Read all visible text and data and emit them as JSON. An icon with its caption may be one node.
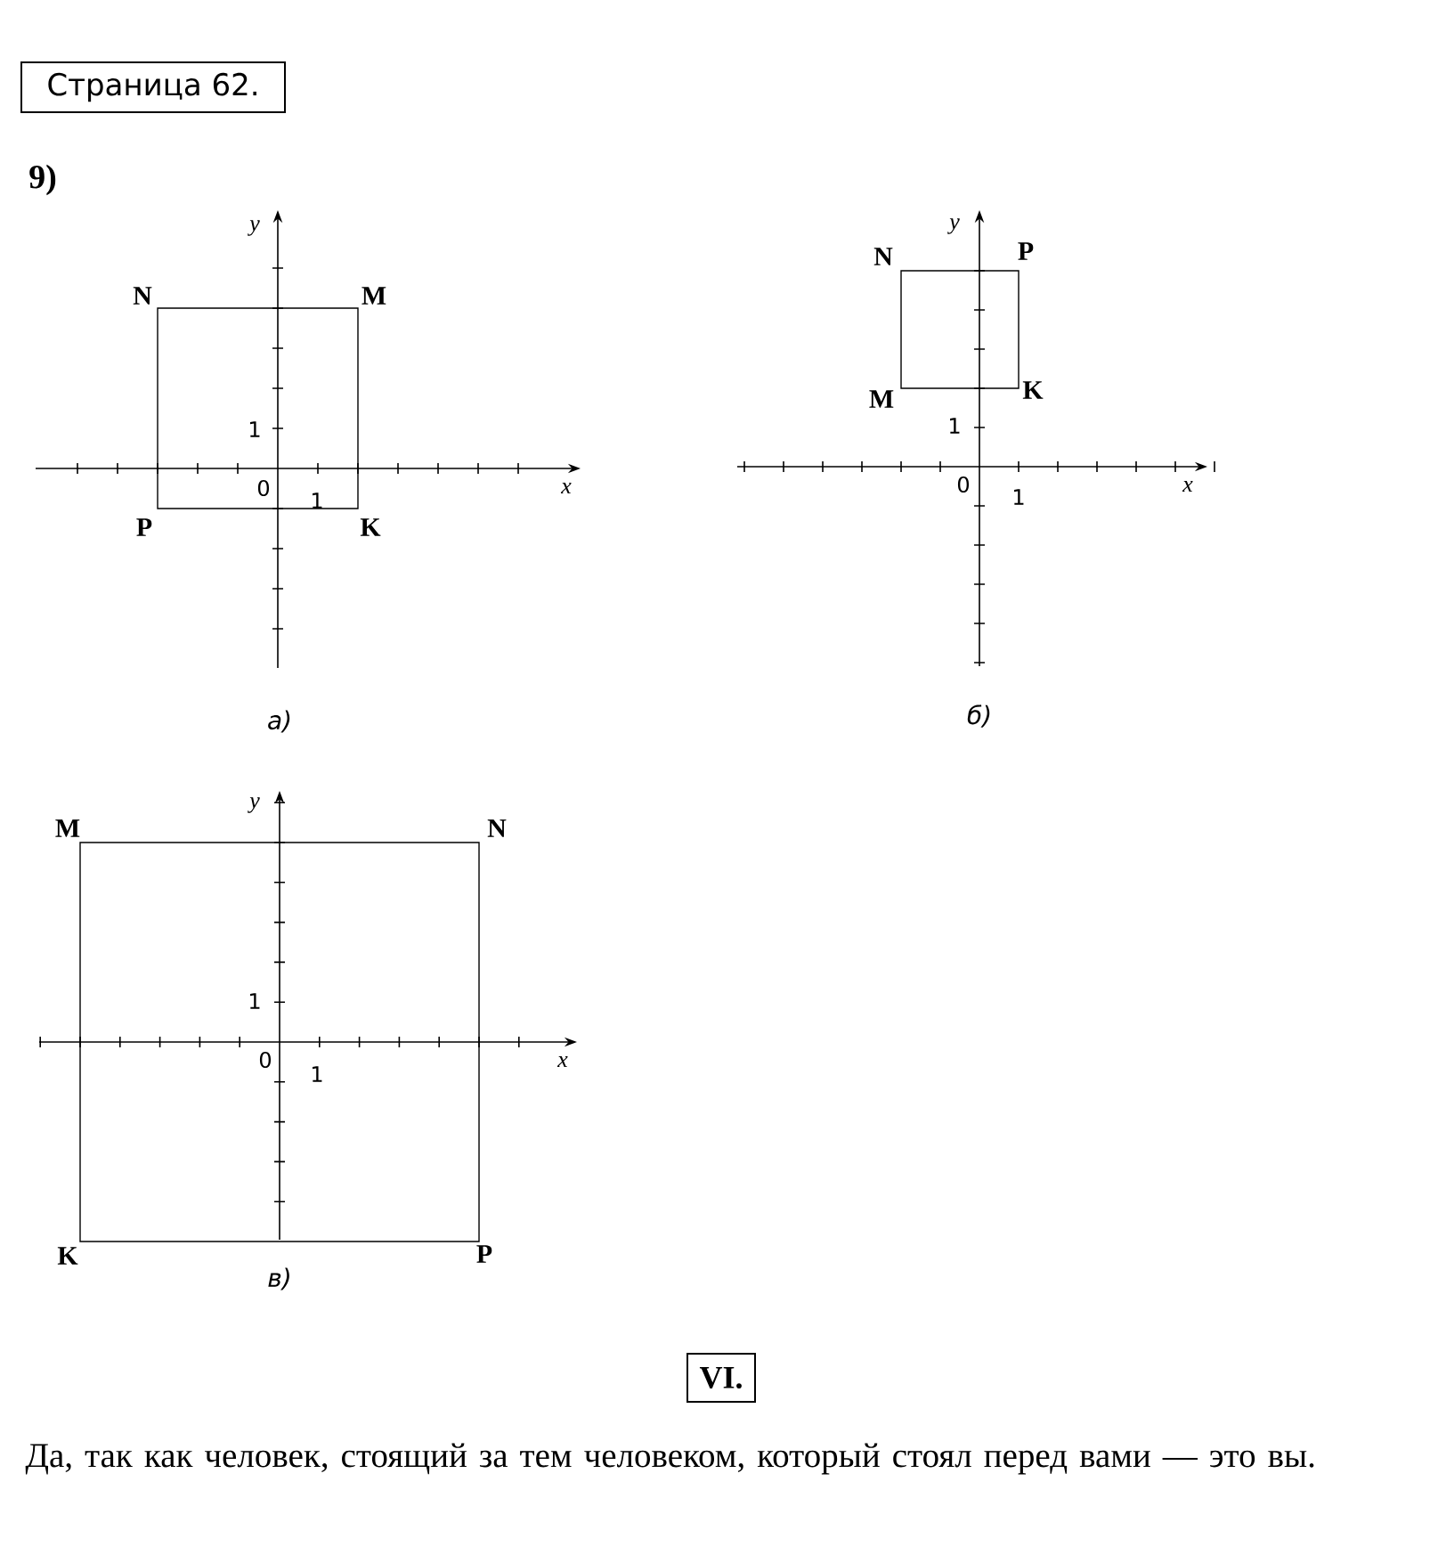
{
  "diagram": {
    "nodes": [
      {
        "text": [
          "Страница 62."
        ]
      },
      {
        "text": [
          "VI."
        ]
      }
    ],
    "labels": [
      "9)",
      "y",
      "x",
      "0",
      "1",
      "1",
      "N",
      "M",
      "P",
      "K",
      "а)",
      "y",
      "x",
      "0",
      "1",
      "1",
      "N",
      "P",
      "M",
      "K",
      "б)",
      "y",
      "x",
      "0",
      "1",
      "1",
      "M",
      "N",
      "K",
      "P",
      "в)",
      "Да, так как человек, стоящий за тем человеком, который стоял перед вами — это вы."
    ]
  }
}
